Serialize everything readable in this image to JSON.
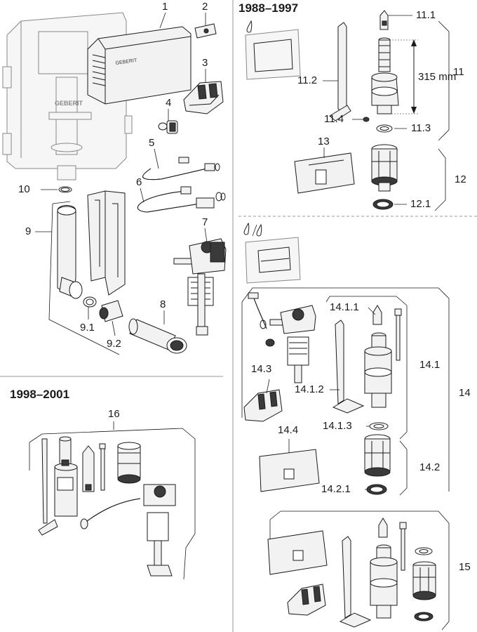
{
  "headers": {
    "era_1988_1997": "1988–1997",
    "era_1998_2001": "1998–2001"
  },
  "callouts": {
    "c1": "1",
    "c2": "2",
    "c3": "3",
    "c4": "4",
    "c5": "5",
    "c6": "6",
    "c7": "7",
    "c8": "8",
    "c9": "9",
    "c9_1": "9.1",
    "c9_2": "9.2",
    "c10": "10",
    "c11": "11",
    "c11_1": "11.1",
    "c11_2": "11.2",
    "c11_3": "11.3",
    "c11_4": "11.4",
    "c12": "12",
    "c12_1": "12.1",
    "c13": "13",
    "c14": "14",
    "c14_1": "14.1",
    "c14_1_1": "14.1.1",
    "c14_1_2": "14.1.2",
    "c14_1_3": "14.1.3",
    "c14_2": "14.2",
    "c14_2_1": "14.2.1",
    "c14_3": "14.3",
    "c14_4": "14.4",
    "c15": "15",
    "c16": "16"
  },
  "dimension": {
    "value": "315 mm"
  },
  "brand": {
    "name": "GEBERIT"
  },
  "colors": {
    "line": "#1a1a1a",
    "part_fill": "#f2f2f2",
    "part_dark": "#3a3a3a",
    "divider": "#999999"
  },
  "icons": {
    "single_flush": "water-drop-icon",
    "dual_flush": "two-water-drops-icon"
  }
}
